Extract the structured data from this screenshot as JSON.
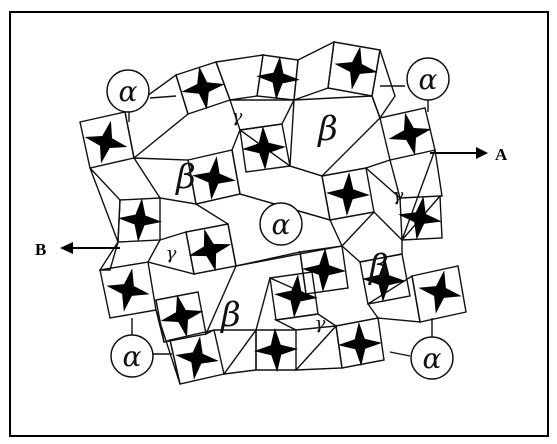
{
  "colors": {
    "line": "#111111",
    "fill": "#000000",
    "background": "#ffffff"
  },
  "labels": {
    "alpha": "α",
    "beta": "β",
    "gamma": "γ",
    "arrow_a": "A",
    "arrow_b": "B"
  }
}
